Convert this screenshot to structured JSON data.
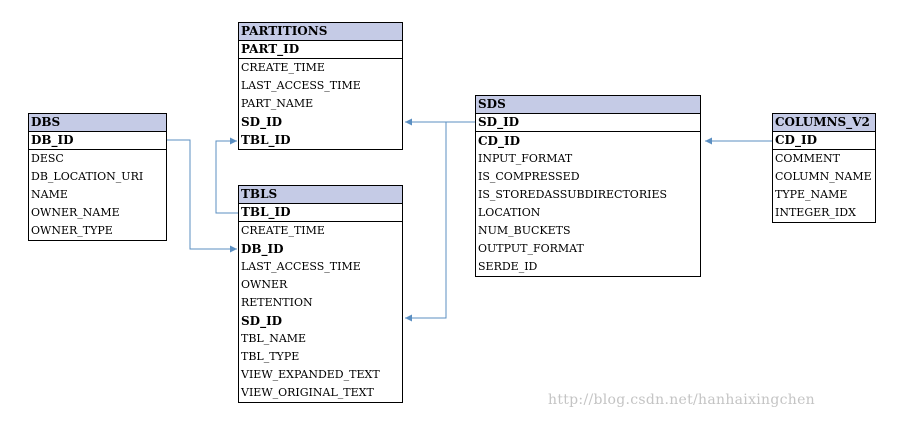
{
  "entities": {
    "partitions": {
      "title": "PARTITIONS",
      "pk": "PART_ID",
      "fields": [
        {
          "name": "CREATE_TIME",
          "bold": false
        },
        {
          "name": "LAST_ACCESS_TIME",
          "bold": false
        },
        {
          "name": "PART_NAME",
          "bold": false
        },
        {
          "name": "SD_ID",
          "bold": true
        },
        {
          "name": "TBL_ID",
          "bold": true
        }
      ]
    },
    "dbs": {
      "title": "DBS",
      "pk": "DB_ID",
      "fields": [
        {
          "name": "DESC",
          "bold": false
        },
        {
          "name": "DB_LOCATION_URI",
          "bold": false
        },
        {
          "name": "NAME",
          "bold": false
        },
        {
          "name": "OWNER_NAME",
          "bold": false
        },
        {
          "name": "OWNER_TYPE",
          "bold": false
        }
      ]
    },
    "tbls": {
      "title": "TBLS",
      "pk": "TBL_ID",
      "fields": [
        {
          "name": "CREATE_TIME",
          "bold": false
        },
        {
          "name": "DB_ID",
          "bold": true
        },
        {
          "name": "LAST_ACCESS_TIME",
          "bold": false
        },
        {
          "name": "OWNER",
          "bold": false
        },
        {
          "name": "RETENTION",
          "bold": false
        },
        {
          "name": "SD_ID",
          "bold": true
        },
        {
          "name": "TBL_NAME",
          "bold": false
        },
        {
          "name": "TBL_TYPE",
          "bold": false
        },
        {
          "name": "VIEW_EXPANDED_TEXT",
          "bold": false
        },
        {
          "name": "VIEW_ORIGINAL_TEXT",
          "bold": false
        }
      ]
    },
    "sds": {
      "title": "SDS",
      "pk": "SD_ID",
      "fields": [
        {
          "name": "CD_ID",
          "bold": true
        },
        {
          "name": "INPUT_FORMAT",
          "bold": false
        },
        {
          "name": "IS_COMPRESSED",
          "bold": false
        },
        {
          "name": "IS_STOREDASSUBDIRECTORIES",
          "bold": false
        },
        {
          "name": "LOCATION",
          "bold": false
        },
        {
          "name": "NUM_BUCKETS",
          "bold": false
        },
        {
          "name": "OUTPUT_FORMAT",
          "bold": false
        },
        {
          "name": "SERDE_ID",
          "bold": false
        }
      ]
    },
    "columns_v2": {
      "title": "COLUMNS_V2",
      "pk": "CD_ID",
      "fields": [
        {
          "name": "COMMENT",
          "bold": false
        },
        {
          "name": "COLUMN_NAME",
          "bold": false
        },
        {
          "name": "TYPE_NAME",
          "bold": false
        },
        {
          "name": "INTEGER_IDX",
          "bold": false
        }
      ]
    }
  },
  "connector_color": "#5b8fc2",
  "header_color": "#c5cbe6",
  "watermark": "http://blog.csdn.net/hanhaixingchen"
}
